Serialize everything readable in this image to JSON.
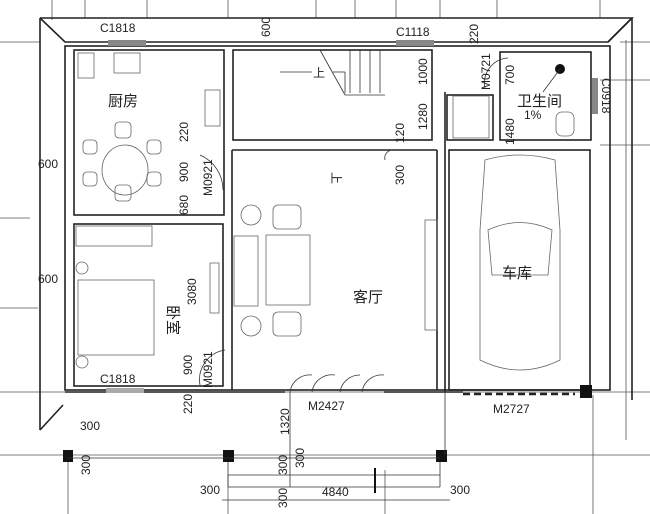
{
  "rooms": {
    "kitchen": "厨房",
    "bathroom": "卫生间",
    "bedroom": "卧室",
    "living_room": "客厅",
    "garage": "车库"
  },
  "windows": {
    "kitchen_top": "C1818",
    "stair_top": "C1118",
    "bath_side": "C0918",
    "bedroom_bottom": "C1818"
  },
  "doors": {
    "bath": "M0721",
    "kitchen": "M0921",
    "bedroom": "M0921",
    "entrance": "M2427",
    "garage": "M2727"
  },
  "stairs": {
    "up_1": "上",
    "up_2": "上"
  },
  "slope": "1%",
  "dimensions": {
    "top_600": "600",
    "bath_220": "220",
    "bath_700": "700",
    "bath_1480": "1480",
    "stair_1000": "1000",
    "stair_1280": "1280",
    "step_120": "120",
    "step_300": "300",
    "kitchen_220": "220",
    "kitchen_900": "900",
    "kitchen_680": "680",
    "left_600_a": "600",
    "left_600_b": "600",
    "bedroom_3080": "3080",
    "bedroom_900": "900",
    "bottom_220": "220",
    "porch_1320": "1320",
    "porch_300_a": "300",
    "porch_300_b": "300",
    "porch_300_c": "300",
    "porch_300_d": "300",
    "porch_300_e": "300",
    "porch_300_f": "300",
    "porch_4840": "4840",
    "porch_300_g": "300"
  }
}
